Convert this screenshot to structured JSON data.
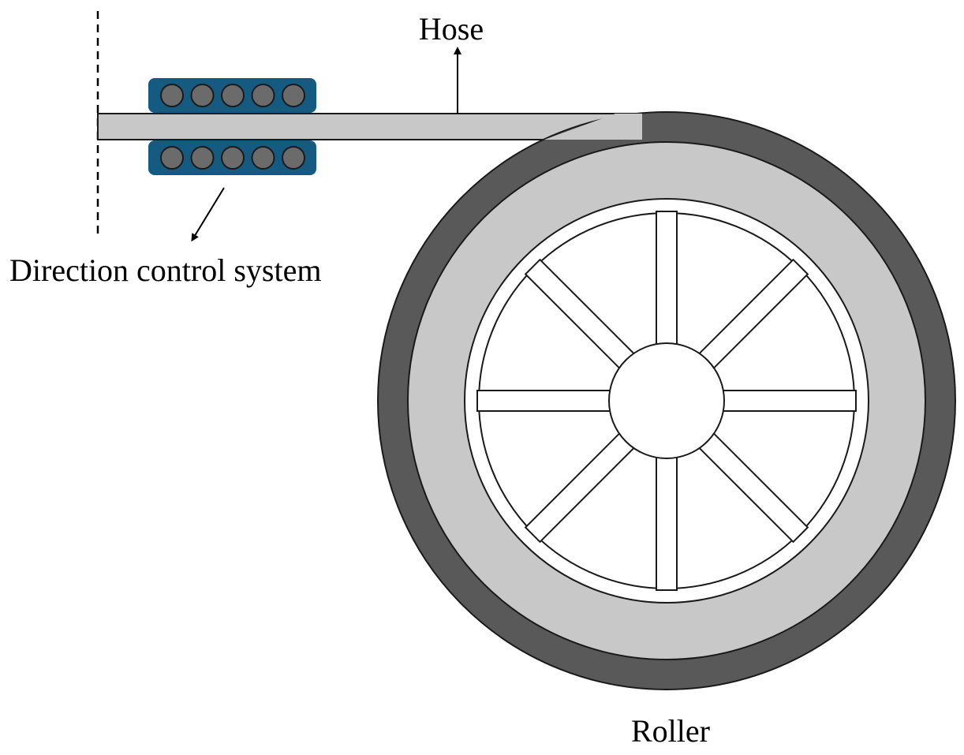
{
  "labels": {
    "hose": "Hose",
    "direction_control_system": "Direction control system",
    "roller": "Roller"
  },
  "colors": {
    "hose_fill": "#c8c8c8",
    "tire_outer": "#595959",
    "tire_inner": "#c8c8c8",
    "wheel_fill": "#ffffff",
    "control_block": "#155a80",
    "control_roller": "#6b6b6b",
    "outline": "#1a1a1a"
  },
  "wheel": {
    "spoke_count": 8
  },
  "control_system": {
    "rollers_per_row": 5,
    "rows": 2
  }
}
